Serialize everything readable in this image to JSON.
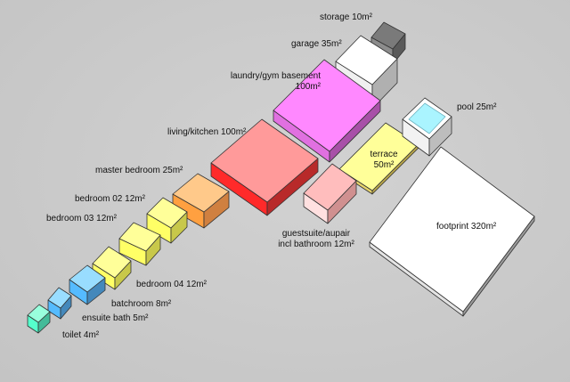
{
  "spaces": [
    {
      "id": "storage",
      "label": "storage 10m²",
      "color": "#7a7a7a"
    },
    {
      "id": "garage",
      "label": "garage 35m²",
      "color": "#ffffff"
    },
    {
      "id": "laundry",
      "label_line1": "laundry/gym basement",
      "label_line2": "100m²",
      "color": "#ff88ff"
    },
    {
      "id": "living",
      "label": "living/kitchen 100m²",
      "color": "#ff9a9a"
    },
    {
      "id": "master",
      "label": "master bedroom 25m²",
      "color": "#ffc98a"
    },
    {
      "id": "bedroom02",
      "label": "bedroom 02 12m²",
      "color": "#ffff99"
    },
    {
      "id": "bedroom03",
      "label": "bedroom 03 12m²",
      "color": "#ffff99"
    },
    {
      "id": "bedroom04",
      "label": "bedroom 04 12m²",
      "color": "#ffff99"
    },
    {
      "id": "batchroom",
      "label": "batchroom 8m²",
      "color": "#99ddff"
    },
    {
      "id": "ensuite",
      "label": "ensuite bath 5m²",
      "color": "#99ddff"
    },
    {
      "id": "toilet",
      "label": "toilet 4m²",
      "color": "#99ffdd"
    },
    {
      "id": "guestsuite",
      "label_line1": "guestsuite/aupair",
      "label_line2": "incl bathroom 12m²",
      "color": "#ffbdbd"
    },
    {
      "id": "terrace",
      "label_line1": "terrace",
      "label_line2": "50m²",
      "color": "#ffff99"
    },
    {
      "id": "pool",
      "label": "pool 25m²",
      "color": "#aaf4ff"
    },
    {
      "id": "footprint",
      "label": "footprint 320m²",
      "color": "#ffffff"
    }
  ]
}
